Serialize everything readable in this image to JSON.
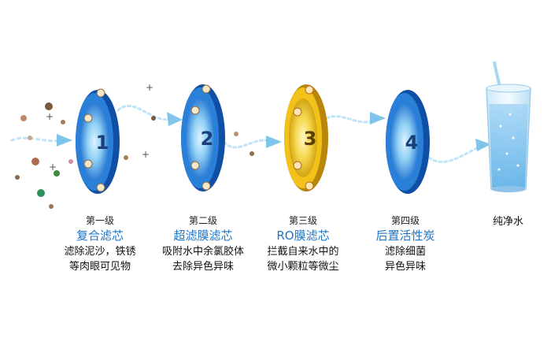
{
  "stages": [
    {
      "number": "1",
      "level": "第一级",
      "name": "复合滤芯",
      "desc": [
        "滤除泥沙，铁锈",
        "等肉眼可见物"
      ]
    },
    {
      "number": "2",
      "level": "第二级",
      "name": "超滤膜滤芯",
      "desc": [
        "吸附水中余氯胶体",
        "去除异色异味"
      ]
    },
    {
      "number": "3",
      "level": "第三级",
      "name": "RO膜滤芯",
      "desc": [
        "拦截自来水中的",
        "微小颗粒等微尘"
      ]
    },
    {
      "number": "4",
      "level": "第四级",
      "name": "后置活性炭",
      "desc": [
        "滤除细菌",
        "异色异味"
      ]
    }
  ],
  "output_label": "纯净水",
  "colors": {
    "blue_ring": "#1f6fd0",
    "light_blue": "#8fd0f5",
    "gold": "#f2c21a",
    "name_blue": "#1d74c9"
  }
}
